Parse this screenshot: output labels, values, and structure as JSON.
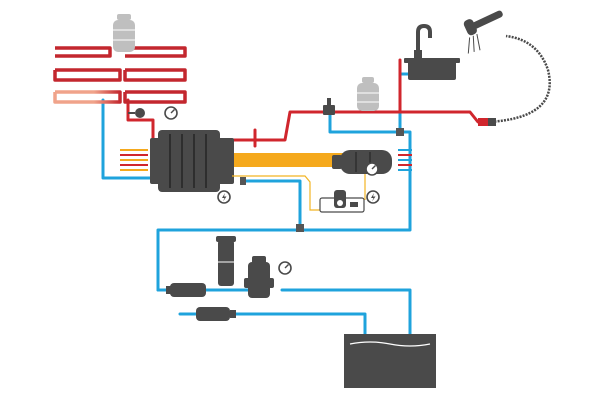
{
  "colors": {
    "cold_water": "#1fa3dc",
    "hot_water": "#d0262d",
    "coolant_hot": "#c3272e",
    "coolant_cool": "#f0a38a",
    "exhaust": "#f5a91d",
    "wire": "#f2b523",
    "equipment": "#4a4a4a",
    "equipment_light": "#bfbfbf",
    "fitting": "#555555"
  },
  "icons": {
    "gauge": "gauge-icon",
    "lightning": "lightning-bolt-icon",
    "shower": "shower-head-icon",
    "faucet": "faucet-icon"
  },
  "components": [
    "heat-exchanger-coil",
    "expansion-tank-top",
    "expansion-tank-mid",
    "engine",
    "exhaust-pipe",
    "generator-heater",
    "control-panel",
    "sink",
    "shower",
    "pressure-accumulator",
    "water-pump",
    "filter-primary",
    "filter-inlet",
    "water-tank"
  ]
}
